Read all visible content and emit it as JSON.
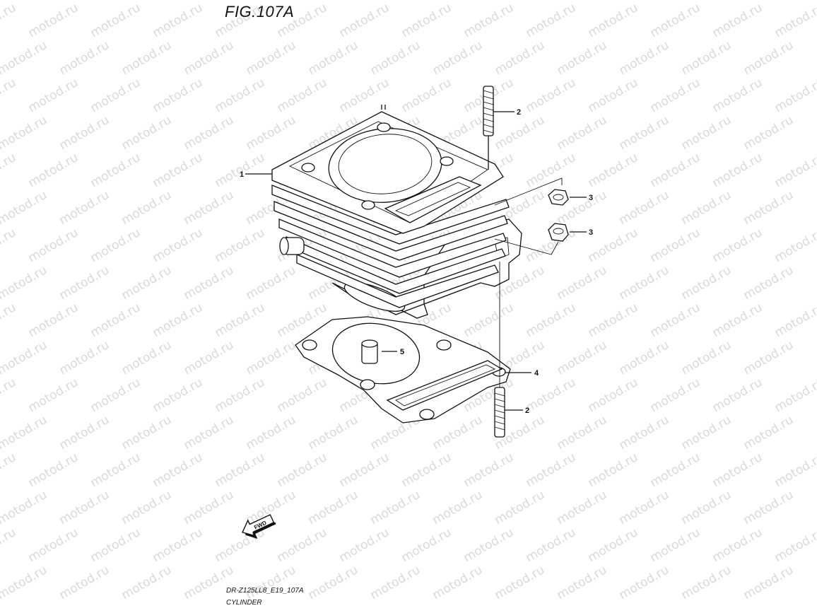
{
  "figure": {
    "title": "FIG.107A",
    "ref_code": "DR-Z125LL8_E19_107A",
    "part_name": "CYLINDER"
  },
  "watermark": {
    "text": "motod.ru",
    "color": "#d9d9d9"
  },
  "callouts": {
    "c1": "1",
    "c2_top": "2",
    "c3_top": "3",
    "c3_bottom": "3",
    "c4": "4",
    "c5": "5",
    "c2_bottom": "2"
  },
  "fwd_arrow": {
    "label": "FWD",
    "icon": "fwd-arrow-icon"
  }
}
